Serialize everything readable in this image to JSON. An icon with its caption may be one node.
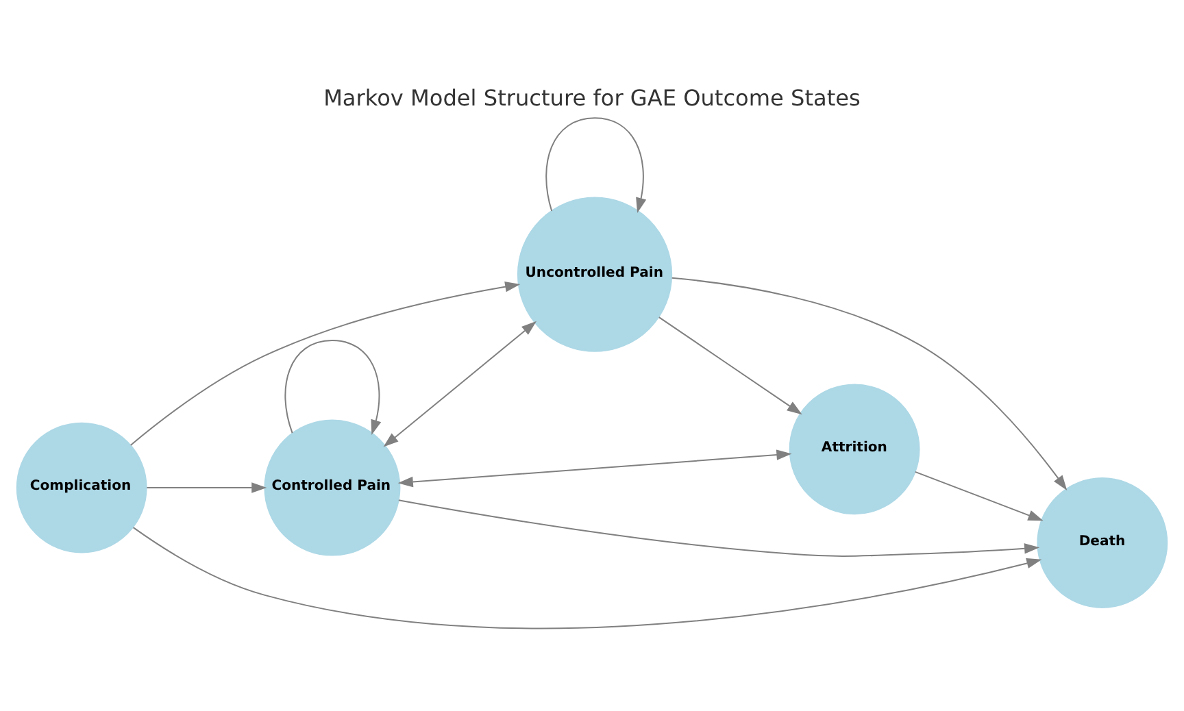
{
  "diagram": {
    "title": "Markov Model Structure for GAE Outcome States",
    "nodes": [
      {
        "text": [
          "Controlled Pain"
        ]
      },
      {
        "text": [
          "Uncontrolled Pain"
        ]
      },
      {
        "text": [
          "Complication"
        ]
      },
      {
        "text": [
          "Death"
        ]
      },
      {
        "text": [
          "Attrition"
        ]
      }
    ],
    "edges": [
      {
        "from": 0,
        "to": 0,
        "arrow": "to"
      },
      {
        "from": 1,
        "to": 1,
        "arrow": "to"
      },
      {
        "from": 0,
        "to": 1,
        "arrow": "both"
      },
      {
        "from": 0,
        "to": 3,
        "arrow": "to"
      },
      {
        "from": 2,
        "to": 0,
        "arrow": "to"
      },
      {
        "from": 2,
        "to": 1,
        "arrow": "to"
      },
      {
        "from": 2,
        "to": 3,
        "arrow": "to"
      },
      {
        "from": 0,
        "to": 4,
        "arrow": "both"
      },
      {
        "from": 1,
        "to": 4,
        "arrow": "to"
      },
      {
        "from": 1,
        "to": 3,
        "arrow": "to"
      },
      {
        "from": 4,
        "to": 3,
        "arrow": "to"
      }
    ]
  }
}
